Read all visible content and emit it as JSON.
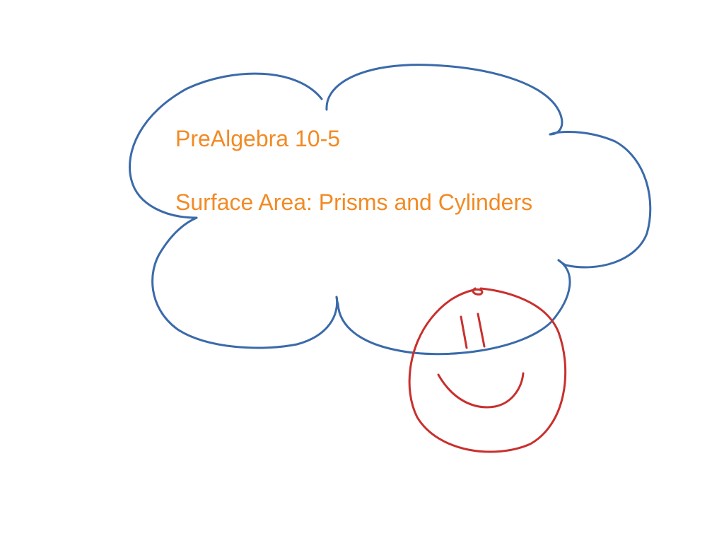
{
  "colors": {
    "background": "#ffffff",
    "text": "#f28a24",
    "cloud_stroke": "#3a6aaa",
    "smiley_stroke": "#c8302e"
  },
  "title": {
    "line1": "PreAlgebra 10-5",
    "line2": "Surface Area: Prisms and Cylinders"
  },
  "drawings": {
    "cloud": "thought-cloud",
    "smiley": "smiley-face"
  }
}
